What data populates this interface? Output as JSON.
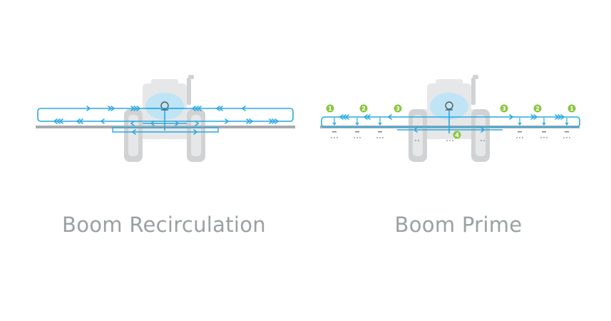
{
  "colors": {
    "flow": "#29a9e1",
    "tank": "#bfe4f5",
    "tractor": "#e6e7e8",
    "tractor_dark": "#d0d2d3",
    "boom_bar": "#a8abad",
    "badge": "#8dc63f",
    "caption": "#9aa0a3"
  },
  "panels": [
    {
      "caption": "Boom Recirculation",
      "icons": [
        "tractor-icon",
        "tank-icon",
        "pump-icon",
        "arrow-icon"
      ]
    },
    {
      "caption": "Boom Prime",
      "icons": [
        "tractor-icon",
        "tank-icon",
        "pump-icon",
        "nozzle-icon",
        "arrow-icon"
      ],
      "badges": [
        "1",
        "2",
        "3",
        "3",
        "2",
        "1",
        "4"
      ]
    }
  ]
}
